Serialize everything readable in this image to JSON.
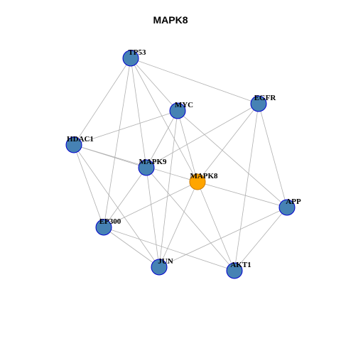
{
  "title": "MAPK8",
  "colors": {
    "node_fill": "#4682B4",
    "node_stroke": "#0000CD",
    "focus_fill": "#FFA500",
    "focus_stroke": "#CC7A00",
    "edge": "#B0B0B0"
  },
  "nodes": [
    {
      "id": "TP53",
      "label": "TP53",
      "focus": false
    },
    {
      "id": "MYC",
      "label": "MYC",
      "focus": false
    },
    {
      "id": "EGFR",
      "label": "EGFR",
      "focus": false
    },
    {
      "id": "HDAC1",
      "label": "HDAC1",
      "focus": false
    },
    {
      "id": "MAPK9",
      "label": "MAPK9",
      "focus": false
    },
    {
      "id": "MAPK8",
      "label": "MAPK8",
      "focus": true
    },
    {
      "id": "APP",
      "label": "APP",
      "focus": false
    },
    {
      "id": "EP300",
      "label": "EP300",
      "focus": false
    },
    {
      "id": "JUN",
      "label": "JUN",
      "focus": false
    },
    {
      "id": "AKT1",
      "label": "AKT1",
      "focus": false
    }
  ],
  "edges": [
    [
      "TP53",
      "MYC"
    ],
    [
      "TP53",
      "EGFR"
    ],
    [
      "TP53",
      "HDAC1"
    ],
    [
      "TP53",
      "MAPK9"
    ],
    [
      "TP53",
      "MAPK8"
    ],
    [
      "TP53",
      "EP300"
    ],
    [
      "MYC",
      "HDAC1"
    ],
    [
      "MYC",
      "MAPK9"
    ],
    [
      "MYC",
      "MAPK8"
    ],
    [
      "MYC",
      "JUN"
    ],
    [
      "MYC",
      "APP"
    ],
    [
      "EGFR",
      "MAPK9"
    ],
    [
      "EGFR",
      "MAPK8"
    ],
    [
      "EGFR",
      "APP"
    ],
    [
      "EGFR",
      "AKT1"
    ],
    [
      "HDAC1",
      "MAPK8"
    ],
    [
      "HDAC1",
      "EP300"
    ],
    [
      "HDAC1",
      "JUN"
    ],
    [
      "HDAC1",
      "MAPK9"
    ],
    [
      "MAPK9",
      "EP300"
    ],
    [
      "MAPK9",
      "JUN"
    ],
    [
      "MAPK9",
      "AKT1"
    ],
    [
      "MAPK8",
      "APP"
    ],
    [
      "MAPK8",
      "EP300"
    ],
    [
      "MAPK8",
      "JUN"
    ],
    [
      "MAPK8",
      "AKT1"
    ],
    [
      "APP",
      "AKT1"
    ],
    [
      "APP",
      "JUN"
    ],
    [
      "EP300",
      "JUN"
    ],
    [
      "EP300",
      "AKT1"
    ]
  ]
}
